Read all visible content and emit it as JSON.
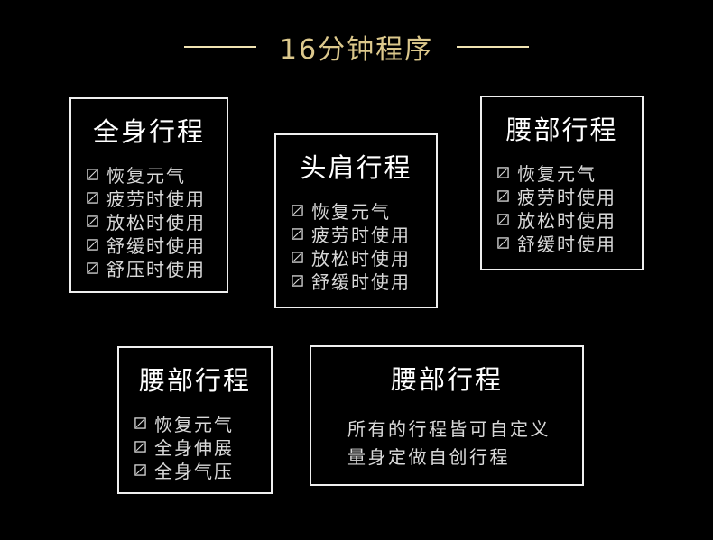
{
  "theme": {
    "background": "#000000",
    "accent_gold": "#dcc88c",
    "line_gold": "#f0e3b2",
    "border_white": "#efefef",
    "title_white": "#ffffff",
    "item_gray": "#d9d9d9"
  },
  "header": {
    "title": "16分钟程序"
  },
  "cards": [
    {
      "title": "全身行程",
      "items": [
        "恢复元气",
        "疲劳时使用",
        "放松时使用",
        "舒缓时使用",
        "舒压时使用"
      ]
    },
    {
      "title": "头肩行程",
      "items": [
        "恢复元气",
        "疲劳时使用",
        "放松时使用",
        "舒缓时使用"
      ]
    },
    {
      "title": "腰部行程",
      "items": [
        "恢复元气",
        "疲劳时使用",
        "放松时使用",
        "舒缓时使用"
      ]
    },
    {
      "title": "腰部行程",
      "items": [
        "恢复元气",
        "全身伸展",
        "全身气压"
      ]
    },
    {
      "title": "腰部行程",
      "description": [
        "所有的行程皆可自定义",
        "量身定做自创行程"
      ]
    }
  ]
}
